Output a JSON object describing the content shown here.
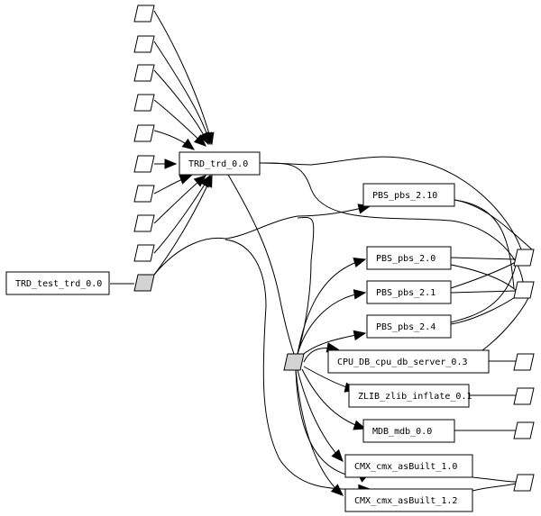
{
  "graph": {
    "type": "dependency-graph",
    "colors": {
      "hub_fill": "#d3d3d3",
      "node_fill": "#ffffff",
      "stroke": "#000000"
    },
    "nodes": [
      {
        "id": "trd",
        "label": "TRD_trd_0.0",
        "shape": "box"
      },
      {
        "id": "trd_test",
        "label": "TRD_test_trd_0.0",
        "shape": "box"
      },
      {
        "id": "pbs_2_10",
        "label": "PBS_pbs_2.10",
        "shape": "box"
      },
      {
        "id": "pbs_2_0",
        "label": "PBS_pbs_2.0",
        "shape": "box"
      },
      {
        "id": "pbs_2_1",
        "label": "PBS_pbs_2.1",
        "shape": "box"
      },
      {
        "id": "pbs_2_4",
        "label": "PBS_pbs_2.4",
        "shape": "box"
      },
      {
        "id": "cpu_db",
        "label": "CPU_DB_cpu_db_server_0.3",
        "shape": "box"
      },
      {
        "id": "zlib",
        "label": "ZLIB_zlib_inflate_0.1",
        "shape": "box"
      },
      {
        "id": "mdb",
        "label": "MDB_mdb_0.0",
        "shape": "box"
      },
      {
        "id": "cmx_1_0",
        "label": "CMX_cmx_asBuilt_1.0",
        "shape": "box"
      },
      {
        "id": "cmx_1_2",
        "label": "CMX_cmx_asBuilt_1.2",
        "shape": "box"
      },
      {
        "id": "p_left_1",
        "label": "",
        "shape": "parallelogram"
      },
      {
        "id": "p_left_2",
        "label": "",
        "shape": "parallelogram"
      },
      {
        "id": "p_left_3",
        "label": "",
        "shape": "parallelogram"
      },
      {
        "id": "p_left_4",
        "label": "",
        "shape": "parallelogram"
      },
      {
        "id": "p_left_5",
        "label": "",
        "shape": "parallelogram"
      },
      {
        "id": "p_left_6",
        "label": "",
        "shape": "parallelogram"
      },
      {
        "id": "p_left_7",
        "label": "",
        "shape": "parallelogram"
      },
      {
        "id": "p_left_8",
        "label": "",
        "shape": "parallelogram"
      },
      {
        "id": "p_left_9",
        "label": "",
        "shape": "parallelogram"
      },
      {
        "id": "hub_test",
        "label": "",
        "shape": "parallelogram",
        "highlighted": true
      },
      {
        "id": "hub_trd",
        "label": "",
        "shape": "parallelogram",
        "highlighted": true
      },
      {
        "id": "p_right_1",
        "label": "",
        "shape": "parallelogram"
      },
      {
        "id": "p_right_2",
        "label": "",
        "shape": "parallelogram"
      },
      {
        "id": "p_right_3",
        "label": "",
        "shape": "parallelogram"
      },
      {
        "id": "p_right_4",
        "label": "",
        "shape": "parallelogram"
      },
      {
        "id": "p_right_5",
        "label": "",
        "shape": "parallelogram"
      },
      {
        "id": "p_right_6",
        "label": "",
        "shape": "parallelogram"
      }
    ]
  }
}
